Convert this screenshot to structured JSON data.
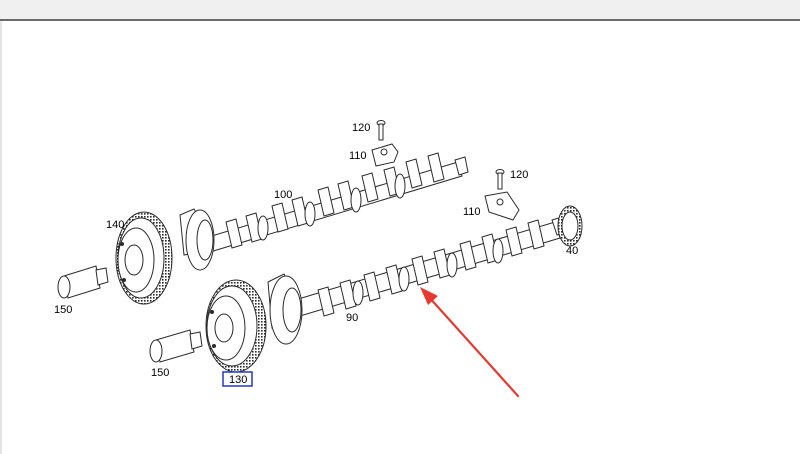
{
  "diagram": {
    "labels": {
      "camshaft_upper": "100",
      "camshaft_lower": "90",
      "adjuster_upper": "140",
      "adjuster_lower": "130",
      "solenoid_upper": "150",
      "solenoid_lower": "150",
      "bracket_upper": "110",
      "bracket_lower": "110",
      "screw_upper": "120",
      "screw_lower": "120",
      "seal": "40"
    }
  },
  "colors": {
    "stroke": "#2b2b2b",
    "highlight_box": "#2038c8",
    "arrow": "#e8392f"
  }
}
